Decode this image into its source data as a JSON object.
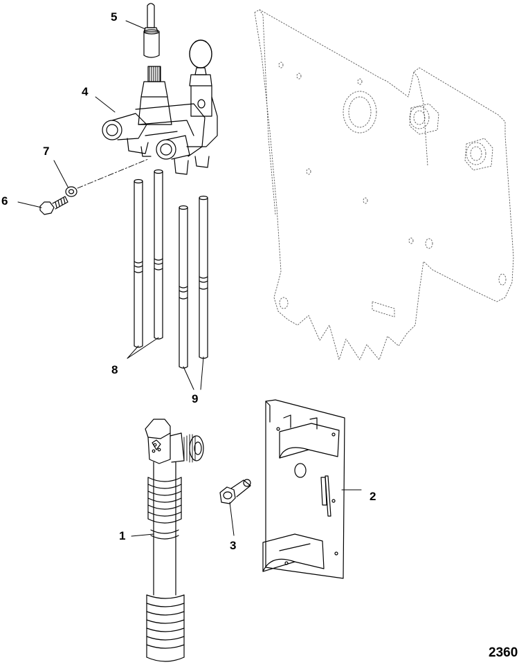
{
  "callouts": {
    "c1": "1",
    "c2": "2",
    "c3": "3",
    "c4": "4",
    "c5": "5",
    "c6": "6",
    "c7": "7",
    "c8": "8",
    "c9": "9"
  },
  "figure_number": "2360"
}
